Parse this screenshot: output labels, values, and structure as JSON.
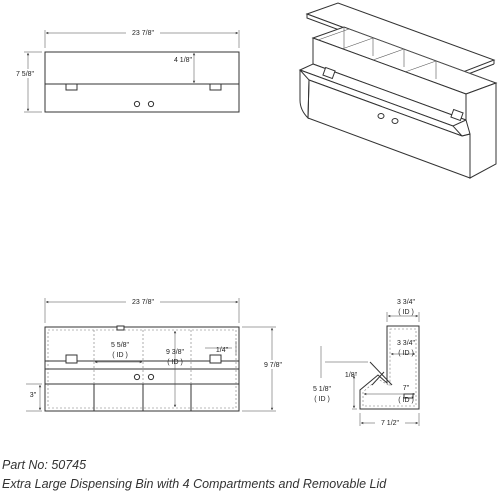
{
  "front_view_top": {
    "width": "23 7/8\"",
    "height": "7 5/8\"",
    "lid_height": "4 1/8\""
  },
  "front_view_bottom": {
    "width": "23 7/8\"",
    "compartment_width": "5 5/8\"",
    "compartment_width_id": "( ID )",
    "compartment_height": "9 3/8\"",
    "compartment_height_id": "( ID )",
    "wall": "1/4\"",
    "total_height": "9 7/8\"",
    "opening_height": "3\""
  },
  "side_view": {
    "top_depth": "3 3/4\"",
    "top_depth_id": "( ID )",
    "inner_depth": "3 3/4\"",
    "inner_depth_id": "( ID )",
    "slot": "1/8\"",
    "lower_height": "5 1/8\"",
    "lower_height_id": "( ID )",
    "inner_width": "7\"",
    "inner_width_id": "( ID )",
    "total_depth": "7 1/2\""
  },
  "caption": {
    "part_no": "Part No: 50745",
    "description": "Extra Large Dispensing Bin with 4 Compartments and Removable Lid"
  }
}
